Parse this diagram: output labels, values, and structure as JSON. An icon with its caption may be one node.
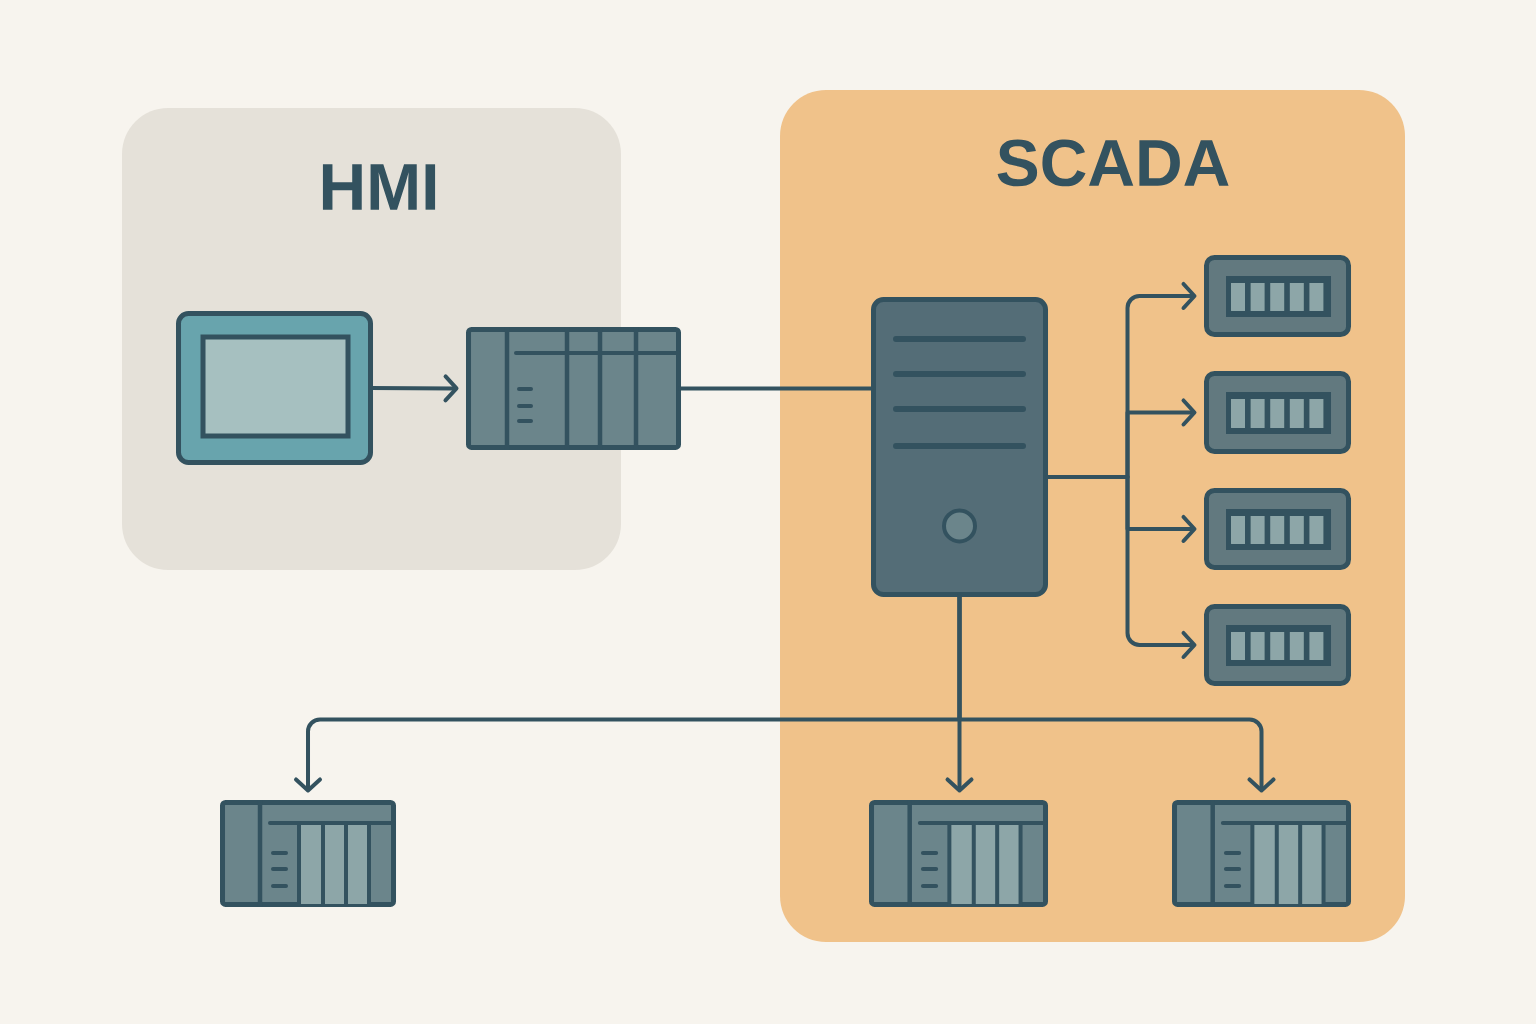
{
  "diagram": {
    "nodes": [
      {
        "text": [
          "HMI"
        ]
      },
      {
        "text": [],
        "shape": "picture",
        "in": 0
      },
      {
        "text": [],
        "shape": "picture"
      },
      {
        "text": [
          "SCADA"
        ]
      },
      {
        "text": [],
        "shape": "picture",
        "in": 3
      },
      {
        "text": [],
        "shape": "picture",
        "in": 3
      },
      {
        "text": [],
        "shape": "picture",
        "in": 3
      },
      {
        "text": [],
        "shape": "picture",
        "in": 3
      },
      {
        "text": [],
        "shape": "picture",
        "in": 3
      },
      {
        "text": [],
        "shape": "picture"
      },
      {
        "text": [],
        "shape": "picture",
        "in": 3
      },
      {
        "text": [],
        "shape": "picture",
        "in": 3
      }
    ],
    "edges": [
      {
        "from": 1,
        "to": 2,
        "arrow": "to"
      },
      {
        "from": 2,
        "to": 4,
        "arrow": "none"
      },
      {
        "from": 4,
        "to": 5,
        "arrow": "to"
      },
      {
        "from": 4,
        "to": 6,
        "arrow": "to"
      },
      {
        "from": 4,
        "to": 7,
        "arrow": "to"
      },
      {
        "from": 4,
        "to": 8,
        "arrow": "to"
      },
      {
        "from": 4,
        "to": 9,
        "arrow": "to"
      },
      {
        "from": 4,
        "to": 10,
        "arrow": "to"
      },
      {
        "from": 4,
        "to": 11,
        "arrow": "to"
      }
    ]
  }
}
